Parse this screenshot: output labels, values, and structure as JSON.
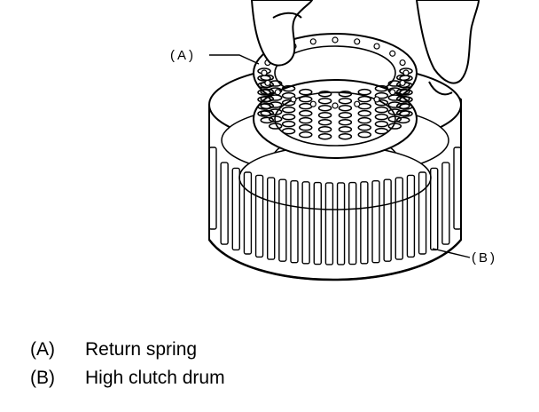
{
  "callouts": [
    {
      "id": "A",
      "text": "(A)"
    },
    {
      "id": "B",
      "text": "(B)"
    }
  ],
  "legend": [
    {
      "key": "(A)",
      "label": "Return spring"
    },
    {
      "key": "(B)",
      "label": "High clutch drum"
    }
  ],
  "colors": {
    "ink": "#000000",
    "paper": "#ffffff"
  }
}
